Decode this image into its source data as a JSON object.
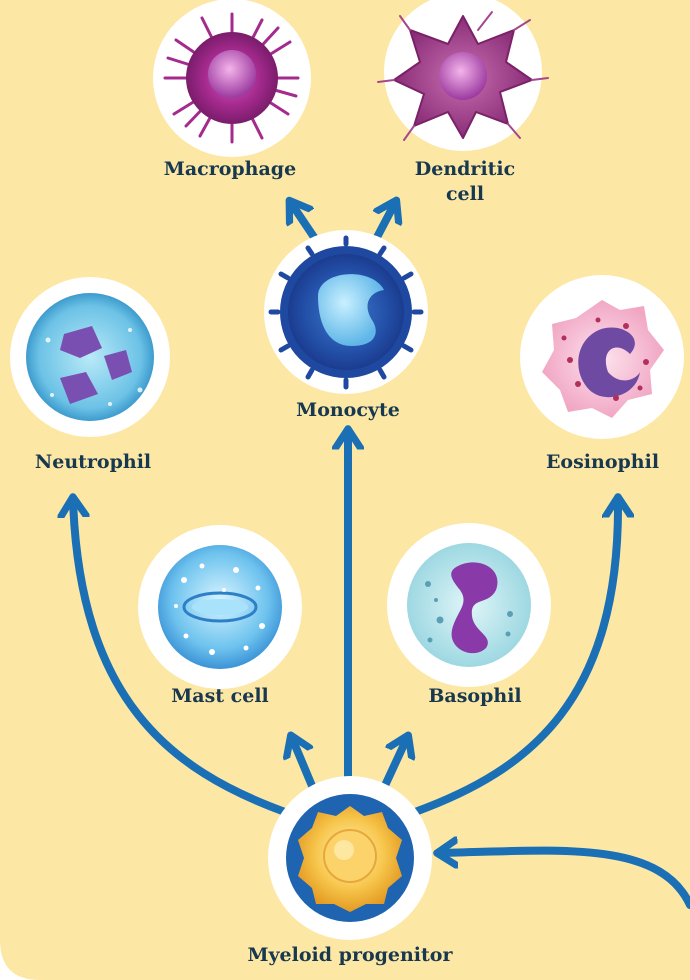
{
  "colors": {
    "background_panel": "#fce7a5",
    "arrow": "#1a6fb5",
    "label_text": "#17384f",
    "cell_frame": "#ffffff"
  },
  "nodes": {
    "macrophage": {
      "label": "Macrophage",
      "icon": "macrophage-cell-icon"
    },
    "dendritic": {
      "label_line1": "Dendritic",
      "label_line2": "cell",
      "icon": "dendritic-cell-icon"
    },
    "monocyte": {
      "label": "Monocyte",
      "icon": "monocyte-cell-icon"
    },
    "neutrophil": {
      "label": "Neutrophil",
      "icon": "neutrophil-cell-icon"
    },
    "eosinophil": {
      "label": "Eosinophil",
      "icon": "eosinophil-cell-icon"
    },
    "mast_cell": {
      "label": "Mast cell",
      "icon": "mast-cell-icon"
    },
    "basophil": {
      "label": "Basophil",
      "icon": "basophil-cell-icon"
    },
    "myeloid_progenitor": {
      "label": "Myeloid progenitor",
      "icon": "myeloid-progenitor-cell-icon"
    }
  }
}
